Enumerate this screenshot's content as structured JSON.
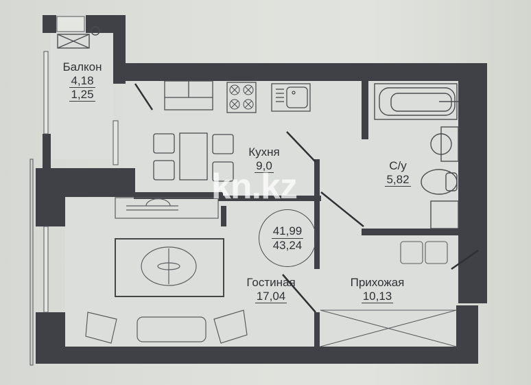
{
  "plan": {
    "total_area": {
      "living": "41,99",
      "total": "43,24"
    },
    "rooms": [
      {
        "id": "balcony",
        "name": "Балкон",
        "area": "4,18",
        "area_secondary": "1,25"
      },
      {
        "id": "kitchen",
        "name": "Кухня",
        "area": "9,0"
      },
      {
        "id": "bathroom",
        "name": "С/у",
        "area": "5,82"
      },
      {
        "id": "living-room",
        "name": "Гостиная",
        "area": "17,04"
      },
      {
        "id": "hallway",
        "name": "Прихожая",
        "area": "10,13"
      }
    ],
    "colors": {
      "wall": "#3f4146",
      "floor": "#dcdedb",
      "line": "#4a4c50",
      "background": "#dfe1dc"
    }
  },
  "watermark": {
    "text": "kn.kz"
  }
}
